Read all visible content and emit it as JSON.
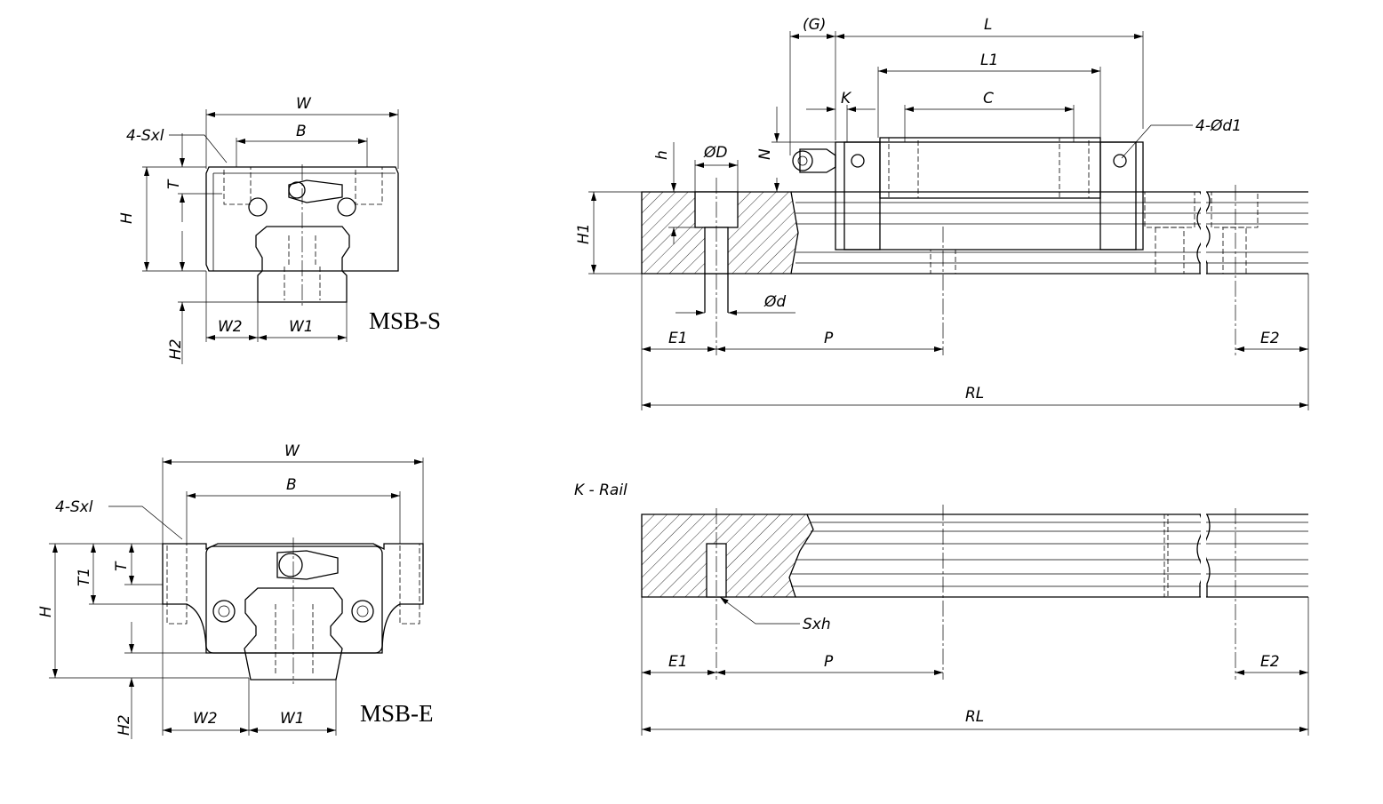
{
  "views": {
    "msb_s": {
      "title": "MSB-S",
      "labels": {
        "W": "W",
        "B": "B",
        "S": "4-Sxl",
        "H": "H",
        "T": "T",
        "H2": "H2",
        "W2": "W2",
        "W1": "W1"
      }
    },
    "msb_e": {
      "title": "MSB-E",
      "labels": {
        "W": "W",
        "B": "B",
        "S": "4-Sxl",
        "T1": "T1",
        "T": "T",
        "H": "H",
        "H2": "H2",
        "W2": "W2",
        "W1": "W1"
      }
    },
    "side": {
      "labels": {
        "G": "(G)",
        "L": "L",
        "L1": "L1",
        "K": "K",
        "C": "C",
        "d1": "4-Ød1",
        "N": "N",
        "h": "h",
        "D": "ØD",
        "H1": "H1",
        "d": "Ød",
        "E1": "E1",
        "P": "P",
        "E2": "E2",
        "RL": "RL"
      }
    },
    "k_rail": {
      "title": "K - Rail",
      "labels": {
        "Sxh": "Sxh",
        "E1": "E1",
        "P": "P",
        "E2": "E2",
        "RL": "RL"
      }
    }
  }
}
